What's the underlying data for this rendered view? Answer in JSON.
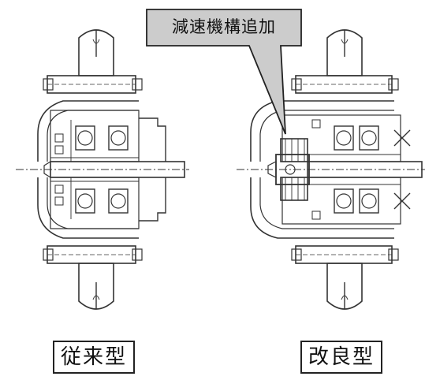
{
  "callout": {
    "text": "減速機構追加"
  },
  "labels": {
    "old": "従来型",
    "new": "改良型"
  },
  "colors": {
    "line": "#333333",
    "callout_fill": "#cccccc",
    "background": "#ffffff"
  }
}
